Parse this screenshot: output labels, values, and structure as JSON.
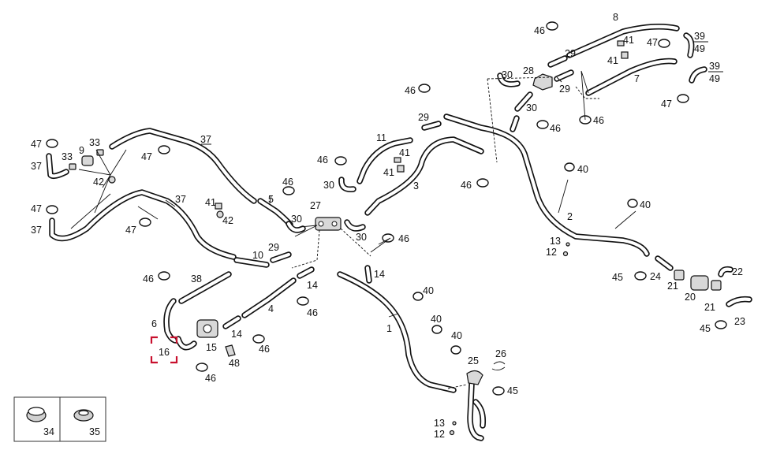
{
  "callouts": {
    "c1": "1",
    "c2": "2",
    "c3": "3",
    "c4": "4",
    "c5": "5",
    "c6": "6",
    "c7": "7",
    "c8": "8",
    "c9": "9",
    "c10": "10",
    "c11": "11",
    "c12": "12",
    "c13": "13",
    "c14": "14",
    "c15": "15",
    "c16": "16",
    "c20": "20",
    "c21": "21",
    "c22": "22",
    "c23": "23",
    "c24": "24",
    "c25": "25",
    "c26": "26",
    "c27": "27",
    "c28": "28",
    "c29": "29",
    "c30": "30",
    "c33": "33",
    "c34": "34",
    "c35": "35",
    "c37": "37",
    "c38": "38",
    "c39": "39",
    "c40": "40",
    "c41": "41",
    "c42": "42",
    "c45": "45",
    "c46": "46",
    "c47": "47",
    "c48": "48",
    "c49": "49"
  },
  "selected_callout": "16",
  "colors": {
    "line": "#111111",
    "highlight": "#c8102e",
    "background": "#ffffff"
  }
}
